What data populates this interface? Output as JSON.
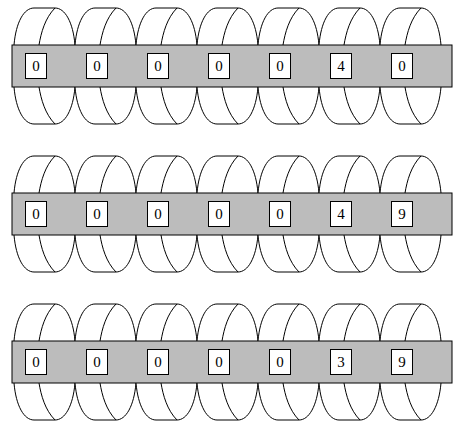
{
  "diagram": {
    "nodes": [
      {
        "text": [
          "0"
        ]
      },
      {
        "text": [
          "0"
        ]
      },
      {
        "text": [
          "0"
        ]
      },
      {
        "text": [
          "0"
        ]
      },
      {
        "text": [
          "0"
        ]
      },
      {
        "text": [
          "4"
        ]
      },
      {
        "text": [
          "0"
        ]
      },
      {
        "text": [
          "0"
        ]
      },
      {
        "text": [
          "0"
        ]
      },
      {
        "text": [
          "0"
        ]
      },
      {
        "text": [
          "0"
        ]
      },
      {
        "text": [
          "0"
        ]
      },
      {
        "text": [
          "4"
        ]
      },
      {
        "text": [
          "9"
        ]
      },
      {
        "text": [
          "0"
        ]
      },
      {
        "text": [
          "0"
        ]
      },
      {
        "text": [
          "0"
        ]
      },
      {
        "text": [
          "0"
        ]
      },
      {
        "text": [
          "0"
        ]
      },
      {
        "text": [
          "3"
        ]
      },
      {
        "text": [
          "9"
        ]
      }
    ]
  }
}
